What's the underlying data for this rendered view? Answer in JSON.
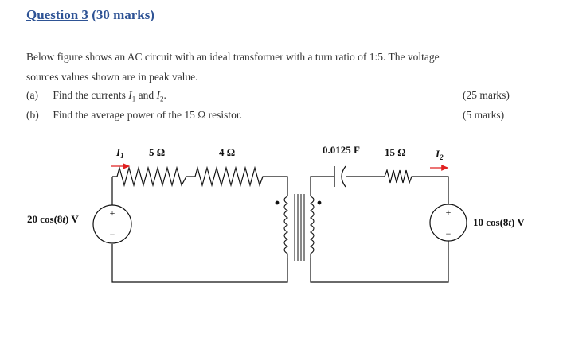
{
  "question": {
    "title_main": "Question 3",
    "title_marks": "(30 marks)",
    "description_line1": "Below figure shows an AC circuit with an ideal transformer with a turn ratio of 1:5. The voltage",
    "description_line2": "sources values shown are in peak value.",
    "parts": [
      {
        "label": "(a)",
        "text_before": "Find the currents ",
        "sym1": "I",
        "sub1": "1",
        "text_mid": " and ",
        "sym2": "I",
        "sub2": "2",
        "text_after": ".",
        "marks": "(25 marks)"
      },
      {
        "label": "(b)",
        "text": "Find the average power of the 15 Ω resistor.",
        "marks": "(5 marks)"
      }
    ]
  },
  "circuit": {
    "left_source": {
      "text1": "20 cos(8",
      "var": "t",
      "text2": ") V",
      "plus": "+",
      "minus": "−"
    },
    "right_source": {
      "text1": "10 cos(8",
      "var": "t",
      "text2": ") V",
      "plus": "+",
      "minus": "−"
    },
    "r1": "5 Ω",
    "r2": "4 Ω",
    "r3": "15 Ω",
    "capacitor": "0.0125 F",
    "i1": {
      "sym": "I",
      "sub": "1"
    },
    "i2": {
      "sym": "I",
      "sub": "2"
    },
    "colors": {
      "arrow": "#e02020",
      "wire": "#111111",
      "heading": "#2e5395"
    }
  }
}
